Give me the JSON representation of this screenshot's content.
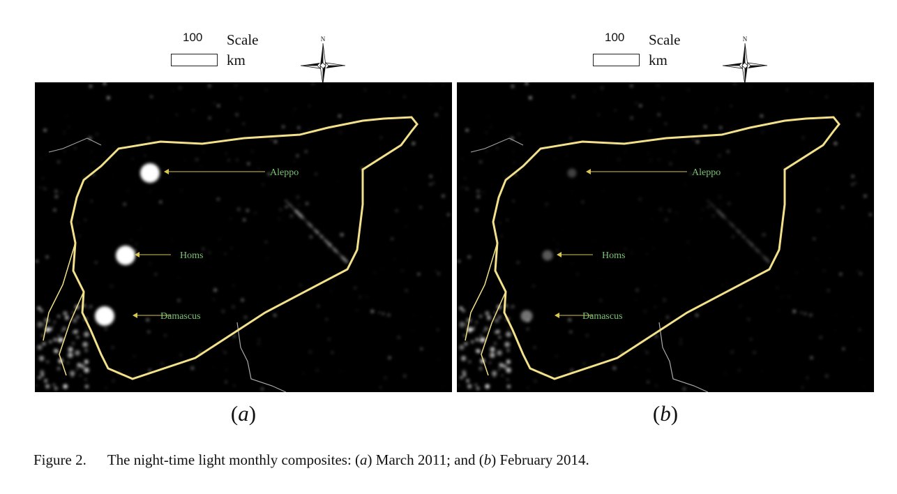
{
  "panels": [
    {
      "id": "a",
      "label": "a",
      "scale": {
        "number": "100",
        "word": "Scale",
        "unit": "km"
      },
      "north": "N",
      "cities": [
        {
          "name": "Aleppo",
          "brightness": 1.0
        },
        {
          "name": "Homs",
          "brightness": 1.0
        },
        {
          "name": "Damascus",
          "brightness": 1.0
        }
      ]
    },
    {
      "id": "b",
      "label": "b",
      "scale": {
        "number": "100",
        "word": "Scale",
        "unit": "km"
      },
      "north": "N",
      "cities": [
        {
          "name": "Aleppo",
          "brightness": 0.25
        },
        {
          "name": "Homs",
          "brightness": 0.35
        },
        {
          "name": "Damascus",
          "brightness": 0.45
        }
      ]
    }
  ],
  "caption": {
    "figure_label": "Figure 2.",
    "text_1": "The night-time light monthly composites: (",
    "a_letter": "a",
    "text_2": ") March 2011; and (",
    "b_letter": "b",
    "text_3": ") February 2014."
  },
  "colors": {
    "background": "#000000",
    "border": "#f2e08a",
    "label_text": "#7bc274",
    "arrow": "#d8c64f",
    "lights": "#ffffff"
  }
}
